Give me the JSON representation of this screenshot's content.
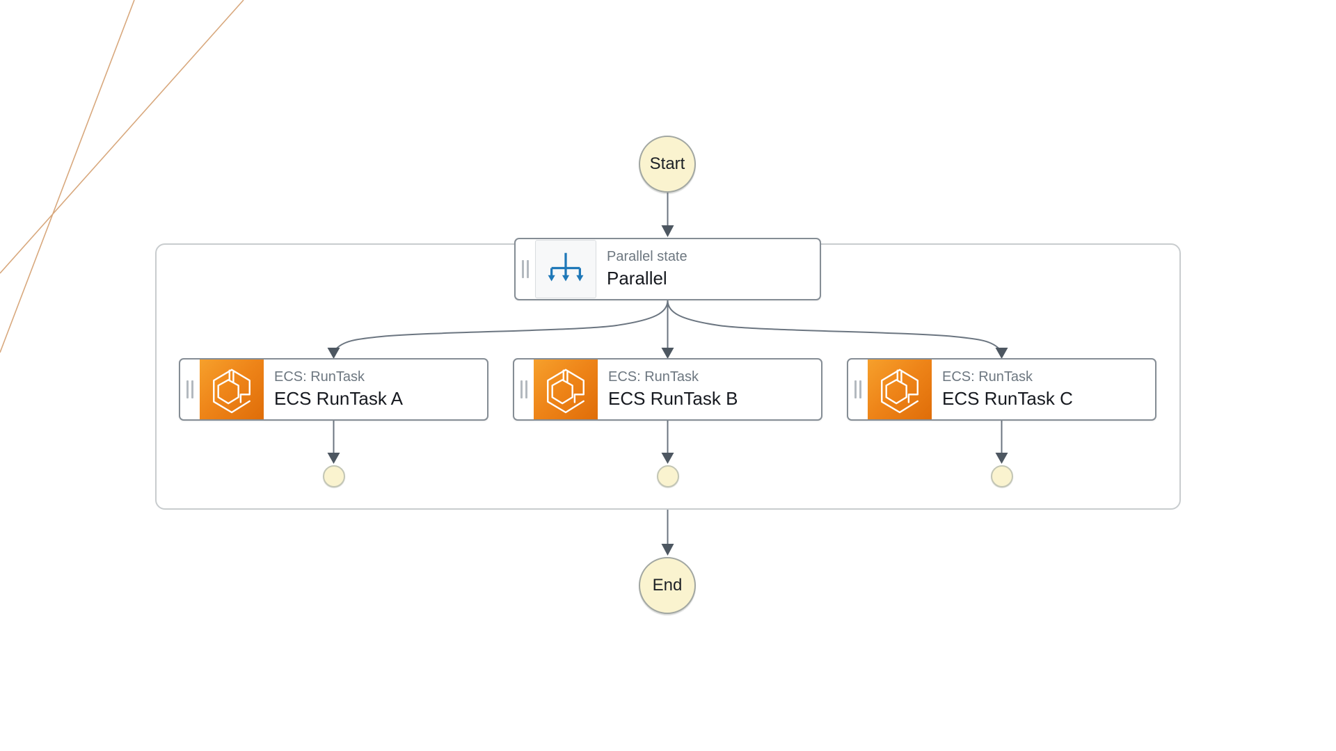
{
  "canvas": {
    "start_label": "Start",
    "end_label": "End"
  },
  "parallel_state": {
    "type_label": "Parallel state",
    "name": "Parallel",
    "icon": "parallel-fork-icon"
  },
  "branches": [
    {
      "type_label": "ECS: RunTask",
      "name": "ECS RunTask A",
      "icon": "ecs-icon"
    },
    {
      "type_label": "ECS: RunTask",
      "name": "ECS RunTask B",
      "icon": "ecs-icon"
    },
    {
      "type_label": "ECS: RunTask",
      "name": "ECS RunTask C",
      "icon": "ecs-icon"
    }
  ],
  "colors": {
    "connector": "#6b7580",
    "arrowhead": "#4d5761",
    "node_border": "#858d95",
    "container_border": "#c8ccce",
    "circle_fill": "#faf3cf",
    "circle_border": "#a2a7a2",
    "type_label_text": "#6d7780",
    "name_text": "#16191f",
    "parallel_icon_blue": "#1f78b8",
    "ecs_gradient_start": "#f6a02c",
    "ecs_gradient_end": "#df6d09",
    "decor_line": "#d8a87d"
  }
}
